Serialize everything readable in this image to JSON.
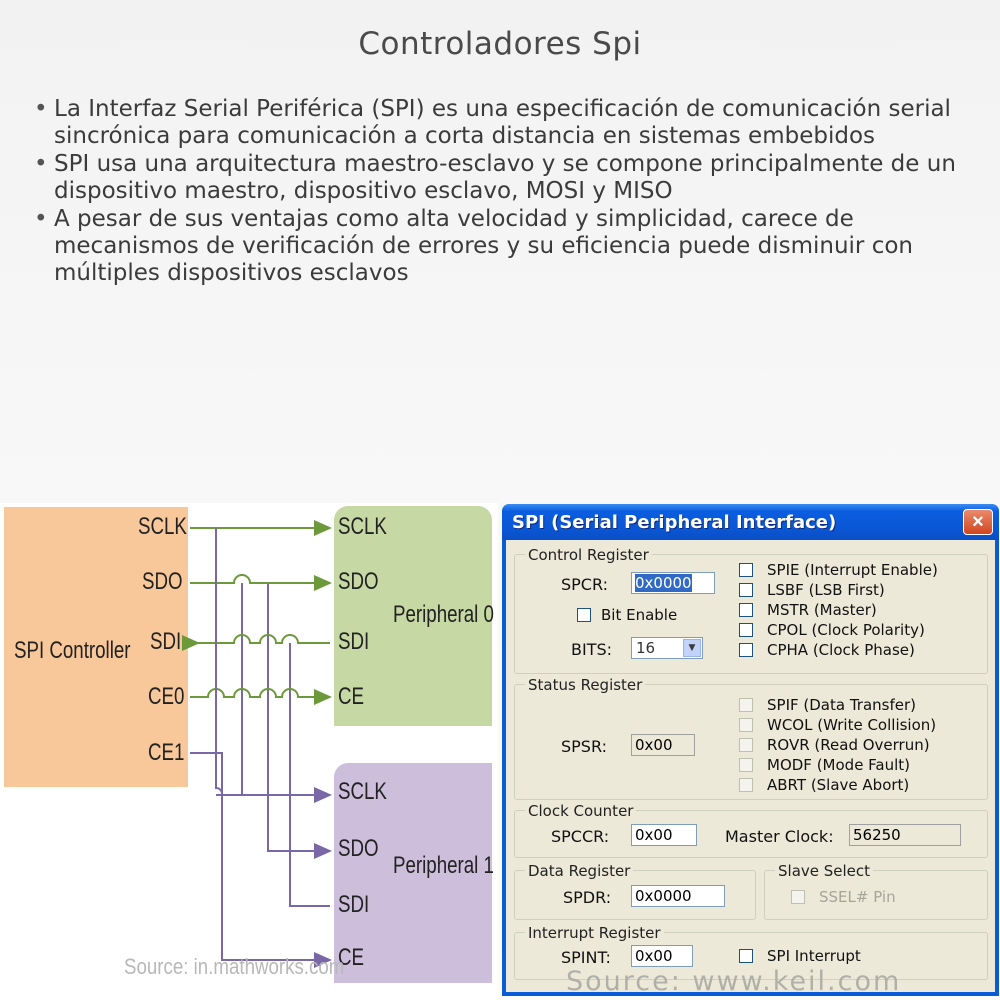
{
  "title": "Controladores Spi",
  "bullets": [
    "La Interfaz Serial Periférica (SPI) es una especificación de comunicación serial sincrónica para comunicación a corta distancia en sistemas embebidos",
    "SPI usa una arquitectura maestro-esclavo y se compone principalmente de un dispositivo maestro, dispositivo esclavo, MOSI y MISO",
    "A pesar de sus ventajas como alta velocidad y simplicidad, carece de mecanismos de verificación de errores y su eficiencia puede disminuir con múltiples dispositivos esclavos"
  ],
  "diagram": {
    "controller_label": "SPI Controller",
    "controller_pins": [
      "SCLK",
      "SDO",
      "SDI",
      "CE0",
      "CE1"
    ],
    "peripheral0_label": "Peripheral 0",
    "peripheral0_pins": [
      "SCLK",
      "SDO",
      "SDI",
      "CE"
    ],
    "peripheral1_label": "Peripheral 1",
    "peripheral1_pins": [
      "SCLK",
      "SDO",
      "SDI",
      "CE"
    ],
    "source": "Source: in.mathworks.com",
    "colors": {
      "controller": "#f8c89b",
      "peripheral0": "#c6d9a4",
      "peripheral1": "#cdbfdc",
      "wire_p0": "#6c9a3a",
      "wire_p1": "#7a67a8"
    }
  },
  "window": {
    "title": "SPI (Serial Peripheral Interface)",
    "close_icon": "×",
    "control_register": {
      "title": "Control Register",
      "spcr_label": "SPCR:",
      "spcr_value": "0x0000",
      "bit_enable_label": "Bit Enable",
      "bits_label": "BITS:",
      "bits_value": "16",
      "flags": [
        "SPIE (Interrupt Enable)",
        "LSBF (LSB First)",
        "MSTR (Master)",
        "CPOL (Clock Polarity)",
        "CPHA (Clock Phase)"
      ]
    },
    "status_register": {
      "title": "Status Register",
      "spsr_label": "SPSR:",
      "spsr_value": "0x00",
      "flags": [
        "SPIF (Data Transfer)",
        "WCOL (Write Collision)",
        "ROVR (Read Overrun)",
        "MODF (Mode Fault)",
        "ABRT (Slave Abort)"
      ]
    },
    "clock_counter": {
      "title": "Clock Counter",
      "spccr_label": "SPCCR:",
      "spccr_value": "0x00",
      "master_clock_label": "Master Clock:",
      "master_clock_value": "56250"
    },
    "data_register": {
      "title": "Data Register",
      "spdr_label": "SPDR:",
      "spdr_value": "0x0000"
    },
    "slave_select": {
      "title": "Slave Select",
      "ssel_label": "SSEL# Pin"
    },
    "interrupt_register": {
      "title": "Interrupt Register",
      "spint_label": "SPINT:",
      "spint_value": "0x00",
      "spi_interrupt_label": "SPI Interrupt"
    },
    "source": "Source: www.keil.com"
  }
}
